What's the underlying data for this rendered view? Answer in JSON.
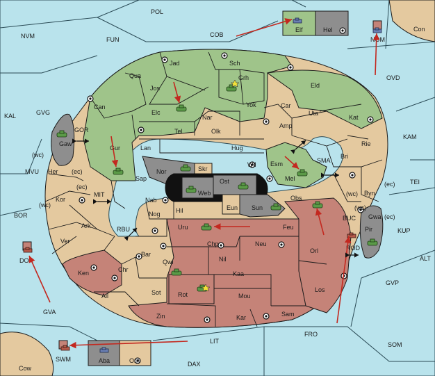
{
  "map_title": "",
  "provinces": {
    "pol": "POL",
    "nvm": "NVM",
    "fun": "FUN",
    "cob": "COB",
    "elf": "Elf",
    "hel": "Hel",
    "nom": "NOM",
    "con": "Con",
    "ovd": "OVD",
    "kal": "KAL",
    "gvg": "GVG",
    "kam": "KAM",
    "tei": "TEI",
    "kup": "KUP",
    "alt": "ALT",
    "gvp": "GVP",
    "mvu": "MVU",
    "bor": "BOR",
    "dor": "DOR",
    "gva": "GVA",
    "swm": "SWM",
    "aba": "Aba",
    "orn": "Orn",
    "cow": "Cow",
    "dax": "DAX",
    "lit": "LIT",
    "fro": "FRO",
    "som": "SOM",
    "jad": "Jad",
    "sch": "Sch",
    "grh": "Grh",
    "qua": "Qua",
    "jos": "Jos",
    "eld": "Eld",
    "can": "Can",
    "elc": "Elc",
    "nar": "Nar",
    "yok": "Yok",
    "car": "Car",
    "uta": "Uta",
    "kat": "Kat",
    "tel": "Tel",
    "olk": "Olk",
    "amp": "Amp",
    "gor": "GOR",
    "gaw": "Gaw",
    "gur": "Gur",
    "lan": "Lan",
    "hug": "Hug",
    "rie": "Rie",
    "bri": "Bri",
    "wil": "Wil",
    "esm": "Esm",
    "sma": "SMA",
    "nor": "Nor",
    "skr": "Skr",
    "ost": "Ost",
    "web": "Web",
    "mel": "Mel",
    "sap": "Sap",
    "her": "Her",
    "wc1": "(wc)",
    "ec1": "(ec)",
    "ec2": "(ec)",
    "wc2": "(wc)",
    "wc3": "(wc)",
    "ec3": "(ec)",
    "wc4": "(wc)",
    "ec4": "(ec)",
    "byn": "Byn",
    "kor": "Kor",
    "mit": "MIT",
    "nab": "Nab",
    "eun": "Eun",
    "sun": "Sun",
    "obs": "Obs",
    "gwa": "Gwa",
    "hil": "Hil",
    "nog": "Nog",
    "rbu": "RBU",
    "uru": "Uru",
    "feu": "Feu",
    "buc": "BUC",
    "pir": "Pir",
    "ark": "Ark",
    "ver": "Ver",
    "chp": "Chp",
    "neu": "Neu",
    "rod": "ROD",
    "bar": "Bar",
    "nil": "Nil",
    "orl": "Orl",
    "qwi": "Qwi",
    "chr": "Chr",
    "ken": "Ken",
    "kaa": "Kaa",
    "ail": "Ail",
    "sot": "Sot",
    "rot": "Rot",
    "mou": "Mou",
    "los": "Los",
    "zin": "Zin",
    "kar": "Kar",
    "sam": "Sam"
  },
  "colors": {
    "sea": "#b9e3ec",
    "neutral": "#e4c99f",
    "green_power": "#9fc48a",
    "red_power": "#c58378",
    "gray_power": "#8e8e8e",
    "order_arrow": "#c3281f"
  },
  "units": [
    {
      "type": "fleet",
      "power": "gray",
      "location": "Elf"
    },
    {
      "type": "fleet",
      "power": "gray",
      "location": "NOM"
    },
    {
      "type": "army",
      "power": "green",
      "location": "Grh"
    },
    {
      "type": "army",
      "power": "green",
      "location": "Elc"
    },
    {
      "type": "army",
      "power": "green",
      "location": "Gaw"
    },
    {
      "type": "army",
      "power": "green",
      "location": "Sap"
    },
    {
      "type": "army",
      "power": "green",
      "location": "Nor"
    },
    {
      "type": "army",
      "power": "green",
      "location": "Web"
    },
    {
      "type": "army",
      "power": "green",
      "location": "Ost"
    },
    {
      "type": "army",
      "power": "green",
      "location": "Mel"
    },
    {
      "type": "army",
      "power": "green",
      "location": "Sun"
    },
    {
      "type": "army",
      "power": "green",
      "location": "Obs"
    },
    {
      "type": "army",
      "power": "green",
      "location": "Uru"
    },
    {
      "type": "army",
      "power": "green",
      "location": "Qwi"
    },
    {
      "type": "army",
      "power": "green",
      "location": "Rot"
    },
    {
      "type": "army",
      "power": "green",
      "location": "Pir"
    },
    {
      "type": "fleet",
      "power": "red",
      "location": "DOR"
    },
    {
      "type": "fleet",
      "power": "red",
      "location": "ROD"
    },
    {
      "type": "fleet",
      "power": "red",
      "location": "SWM"
    },
    {
      "type": "fleet",
      "power": "gray",
      "location": "Aba"
    }
  ]
}
